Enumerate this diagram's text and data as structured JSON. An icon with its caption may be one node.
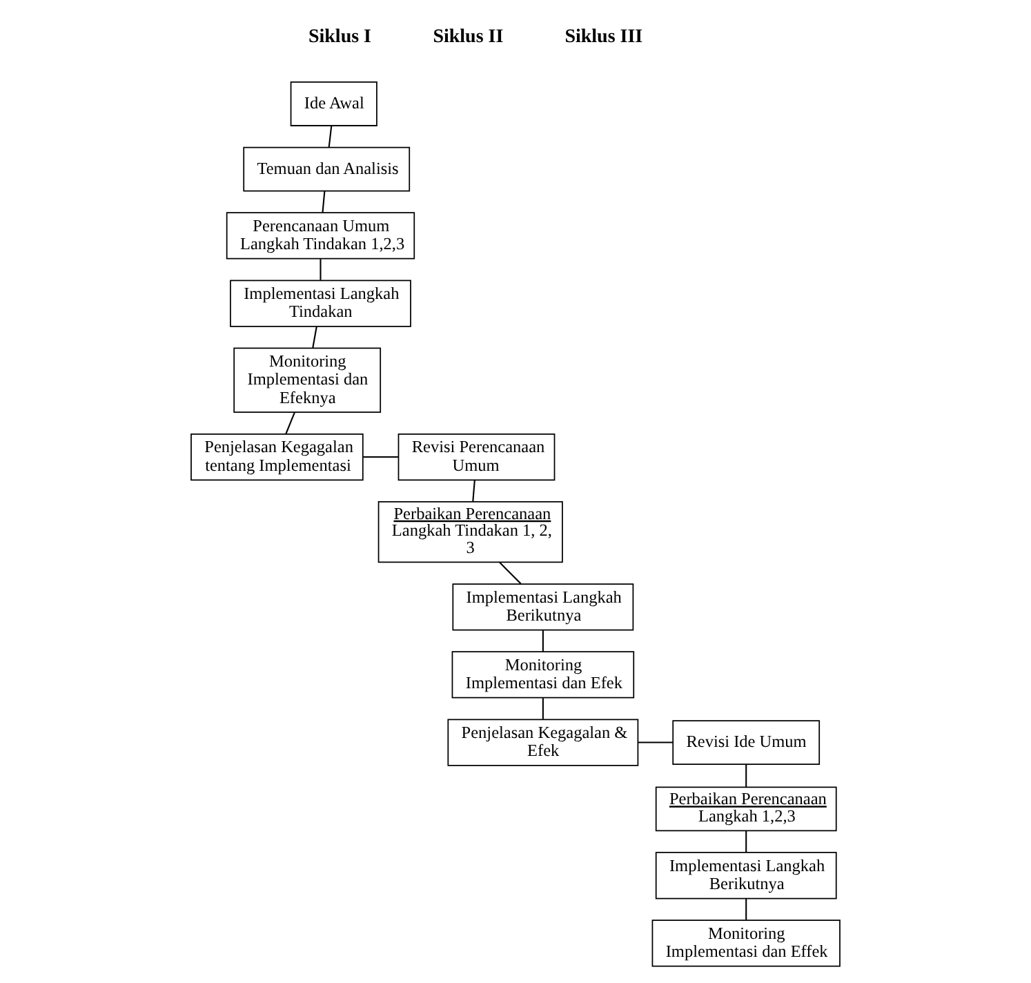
{
  "diagram": {
    "nodes": [
      {
        "text": [
          "Ide Awal"
        ]
      },
      {
        "text": [
          "Temuan dan Analisis"
        ]
      },
      {
        "text": [
          "Perencanaan Umum Langkah Tindakan 1,2,3"
        ]
      },
      {
        "text": [
          "Implementasi Langkah Tindakan"
        ]
      },
      {
        "text": [
          "Monitoring Implementasi dan Efeknya"
        ]
      },
      {
        "text": [
          "Penjelasan Kegagalan tentang Implementasi"
        ]
      },
      {
        "text": [
          "Revisi Perencanaan Umum"
        ]
      },
      {
        "text": [
          "Perbaikan Perencanaan",
          "Langkah Tindakan 1, 2, 3"
        ]
      },
      {
        "text": [
          "Implementasi Langkah Berikutnya"
        ]
      },
      {
        "text": [
          "Monitoring Implementasi dan Efek"
        ]
      },
      {
        "text": [
          "Penjelasan Kegagalan & Efek"
        ]
      },
      {
        "text": [
          "Revisi Ide Umum"
        ]
      },
      {
        "text": [
          "Perbaikan Perencanaan",
          "Langkah 1,2,3"
        ]
      },
      {
        "text": [
          "Implementasi Langkah Berikutnya"
        ]
      },
      {
        "text": [
          "Monitoring Implementasi dan Effek"
        ]
      }
    ],
    "edges": [
      {
        "from": 0,
        "to": 1,
        "arrow": "none"
      },
      {
        "from": 1,
        "to": 2,
        "arrow": "none"
      },
      {
        "from": 2,
        "to": 3,
        "arrow": "none"
      },
      {
        "from": 3,
        "to": 4,
        "arrow": "none"
      },
      {
        "from": 4,
        "to": 5,
        "arrow": "none"
      },
      {
        "from": 5,
        "to": 6,
        "arrow": "none"
      },
      {
        "from": 6,
        "to": 7,
        "arrow": "none"
      },
      {
        "from": 7,
        "to": 8,
        "arrow": "none"
      },
      {
        "from": 8,
        "to": 9,
        "arrow": "none"
      },
      {
        "from": 9,
        "to": 10,
        "arrow": "none"
      },
      {
        "from": 10,
        "to": 11,
        "arrow": "none"
      },
      {
        "from": 11,
        "to": 12,
        "arrow": "none"
      },
      {
        "from": 12,
        "to": 13,
        "arrow": "none"
      },
      {
        "from": 13,
        "to": 14,
        "arrow": "none"
      }
    ],
    "labels": [
      "Siklus I",
      "Siklus II",
      "Siklus III"
    ]
  }
}
